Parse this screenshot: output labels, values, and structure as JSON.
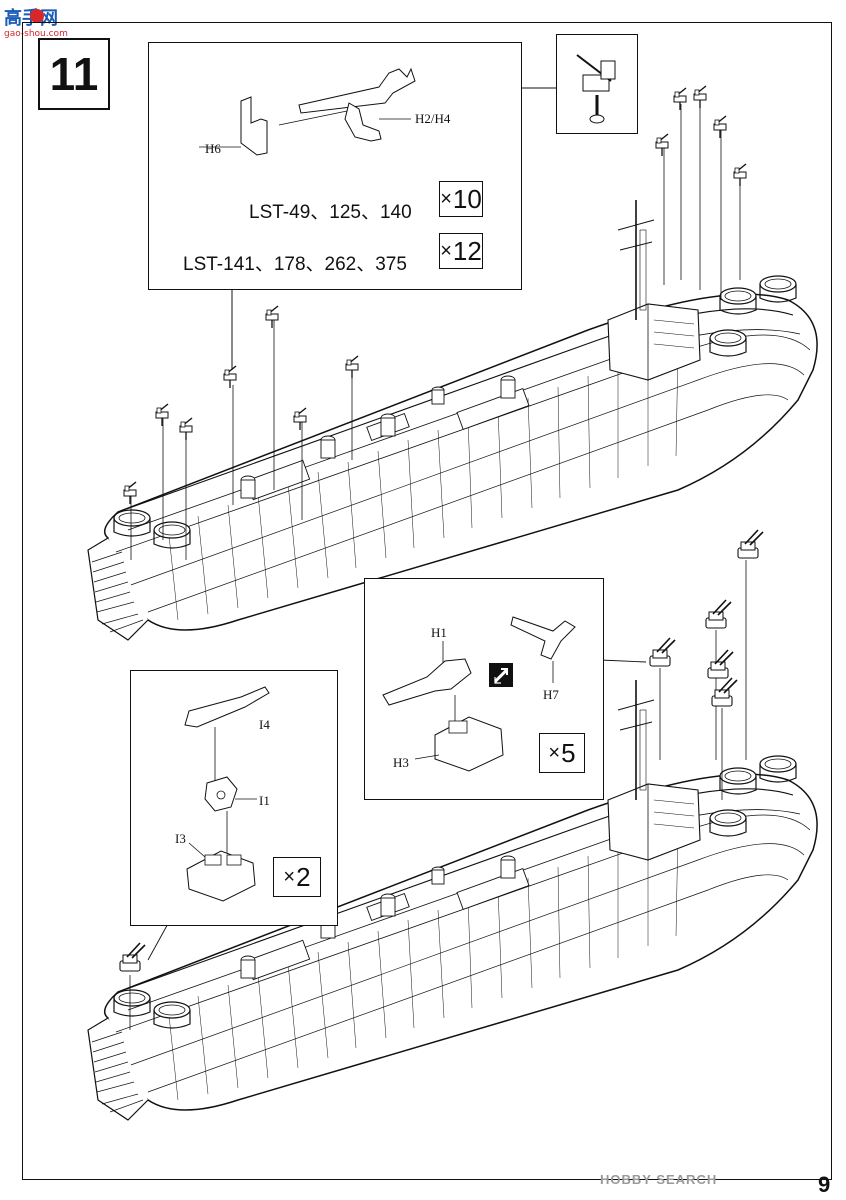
{
  "page": {
    "page_number": "9",
    "step_number": "11"
  },
  "watermark": {
    "logo_text": "高手网",
    "logo_url": "gao-shou.com",
    "footer_brand": "HOBBY SEARCH"
  },
  "callout_top": {
    "part_h6": "H6",
    "part_h2h4": "H2/H4",
    "variant_a": {
      "text": "LST-49、125、140",
      "qty_mark": "×",
      "qty": "10"
    },
    "variant_b": {
      "text": "LST-141、178、262、375",
      "qty_mark": "×",
      "qty": "12"
    }
  },
  "callout_bofors_single": {
    "part_i4": "I4",
    "part_i1": "I1",
    "part_i3": "I3",
    "qty_mark": "×",
    "qty": "2"
  },
  "callout_bofors_twin": {
    "part_h1": "H1",
    "part_h7": "H7",
    "part_h3": "H3",
    "qty_mark": "×",
    "qty": "5"
  },
  "icons": [
    "hobby-logo-icon",
    "ship-hull-upper-icon",
    "ship-hull-lower-icon",
    "oerlikon-gun-icon",
    "bofors-gun-icon",
    "swap-arrow-icon"
  ]
}
